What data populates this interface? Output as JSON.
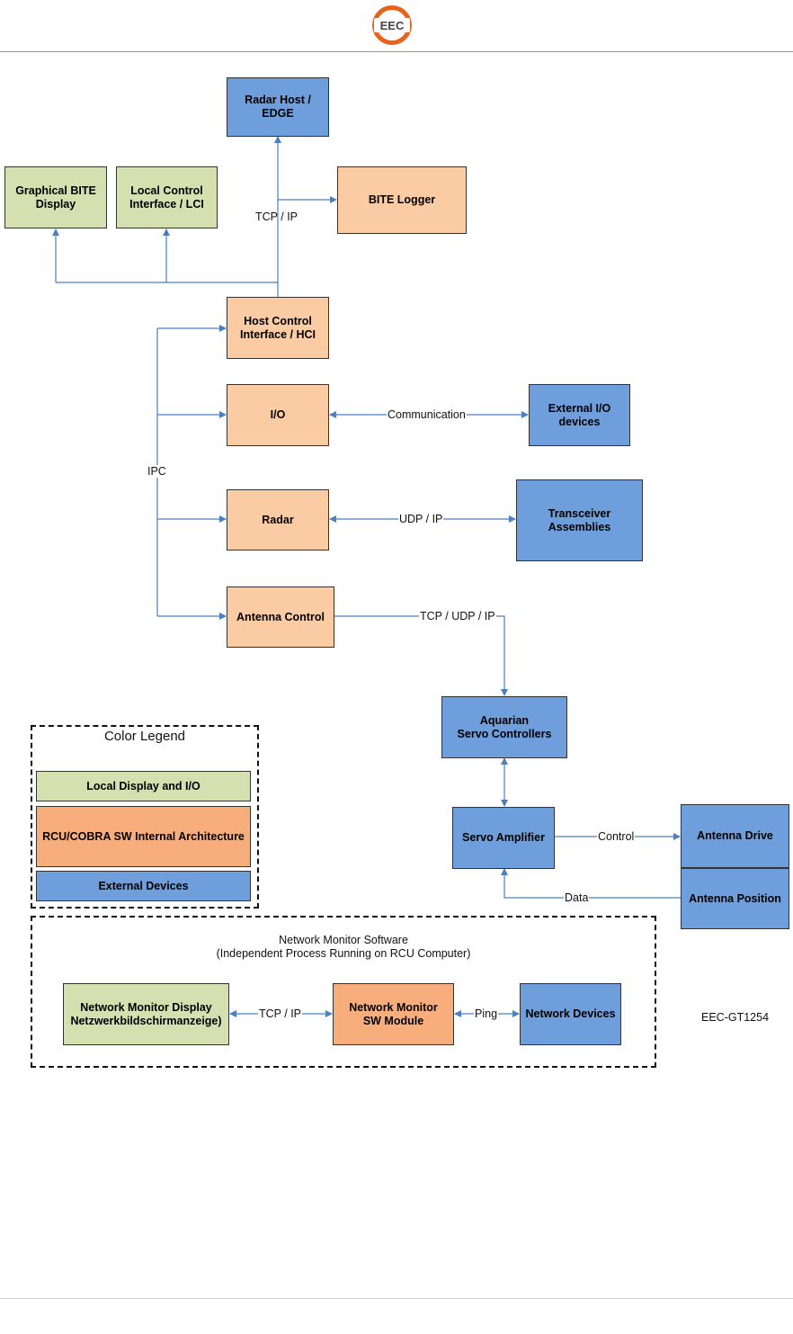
{
  "header": {
    "logo_text": "EEC"
  },
  "nodes": {
    "radar_host": "Radar Host /\nEDGE",
    "graphical_bite": "Graphical BITE\nDisplay",
    "local_control": "Local Control\nInterface / LCI",
    "bite_logger": "BITE Logger",
    "host_control": "Host Control\nInterface / HCI",
    "io": "I/O",
    "external_io": "External I/O\ndevices",
    "radar": "Radar",
    "transceiver": "Transceiver\nAssemblies",
    "antenna_control": "Antenna Control",
    "aquarian": "Aquarian\nServo Controllers",
    "servo_amp": "Servo Amplifier",
    "antenna_drive": "Antenna Drive",
    "antenna_position": "Antenna Position",
    "nm_display": "Network Monitor Display\nNetzwerkbildschirmanzeige)",
    "nm_module": "Network Monitor\nSW Module",
    "network_devices": "Network Devices"
  },
  "edges": {
    "tcpip_top": "TCP / IP",
    "ipc": "IPC",
    "communication": "Communication",
    "udpip": "UDP / IP",
    "tcpudpip": "TCP / UDP / IP",
    "control": "Control",
    "data": "Data",
    "tcpip_nm": "TCP / IP",
    "ping": "Ping"
  },
  "legend": {
    "title": "Color Legend",
    "items": [
      {
        "label": "Local Display and I/O",
        "color": "#d4e0b0"
      },
      {
        "label": "RCU/COBRA SW Internal Architecture",
        "color": "#f8ae7c"
      },
      {
        "label": "External Devices",
        "color": "#6f9edc"
      }
    ]
  },
  "network_monitor": {
    "title": "Network Monitor Software\n(Independent Process Running on RCU Computer)"
  },
  "figure_id": "EEC-GT1254",
  "colors": {
    "line": "#4a7fc1",
    "logo_ring": "#e8621a"
  }
}
